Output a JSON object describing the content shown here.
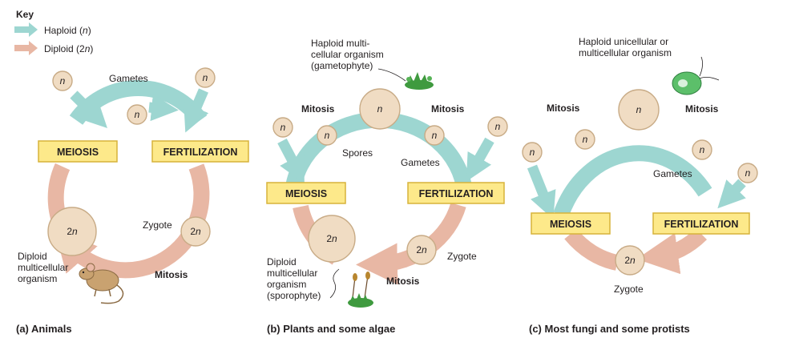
{
  "colors": {
    "haploid": "#9dd6d1",
    "diploid": "#e8b7a4",
    "cell": "#f0dcc3",
    "cell_stroke": "#c8ab86",
    "box_fill": "#fde98a",
    "box_stroke": "#d7b33a"
  },
  "key": {
    "title": "Key",
    "haploid_prefix": "Haploid (",
    "haploid_symbol": "n",
    "haploid_suffix": ")",
    "diploid_prefix": "Diploid (2",
    "diploid_symbol": "n",
    "diploid_suffix": ")"
  },
  "symbols": {
    "haploid": "n",
    "diploid_prefix": "2",
    "diploid_symbol": "n"
  },
  "panel_a": {
    "caption": "(a) Animals",
    "gametes": "Gametes",
    "meiosis": "MEIOSIS",
    "fertilization": "FERTILIZATION",
    "zygote": "Zygote",
    "mitosis": "Mitosis",
    "organism_line1": "Diploid",
    "organism_line2": "multicellular",
    "organism_line3": "organism"
  },
  "panel_b": {
    "caption": "(b) Plants and some algae",
    "haploid_line1": "Haploid multi-",
    "haploid_line2": "cellular organism",
    "haploid_line3": "(gametophyte)",
    "mitosis_left": "Mitosis",
    "mitosis_right": "Mitosis",
    "spores": "Spores",
    "gametes": "Gametes",
    "meiosis": "MEIOSIS",
    "fertilization": "FERTILIZATION",
    "zygote": "Zygote",
    "mitosis_bottom": "Mitosis",
    "diploid_line1": "Diploid",
    "diploid_line2": "multicellular",
    "diploid_line3": "organism",
    "diploid_line4": "(sporophyte)"
  },
  "panel_c": {
    "caption": "(c) Most fungi and some protists",
    "haploid_line1": "Haploid unicellular or",
    "haploid_line2": "multicellular organism",
    "mitosis_left": "Mitosis",
    "mitosis_right": "Mitosis",
    "gametes": "Gametes",
    "meiosis": "MEIOSIS",
    "fertilization": "FERTILIZATION",
    "zygote": "Zygote"
  }
}
